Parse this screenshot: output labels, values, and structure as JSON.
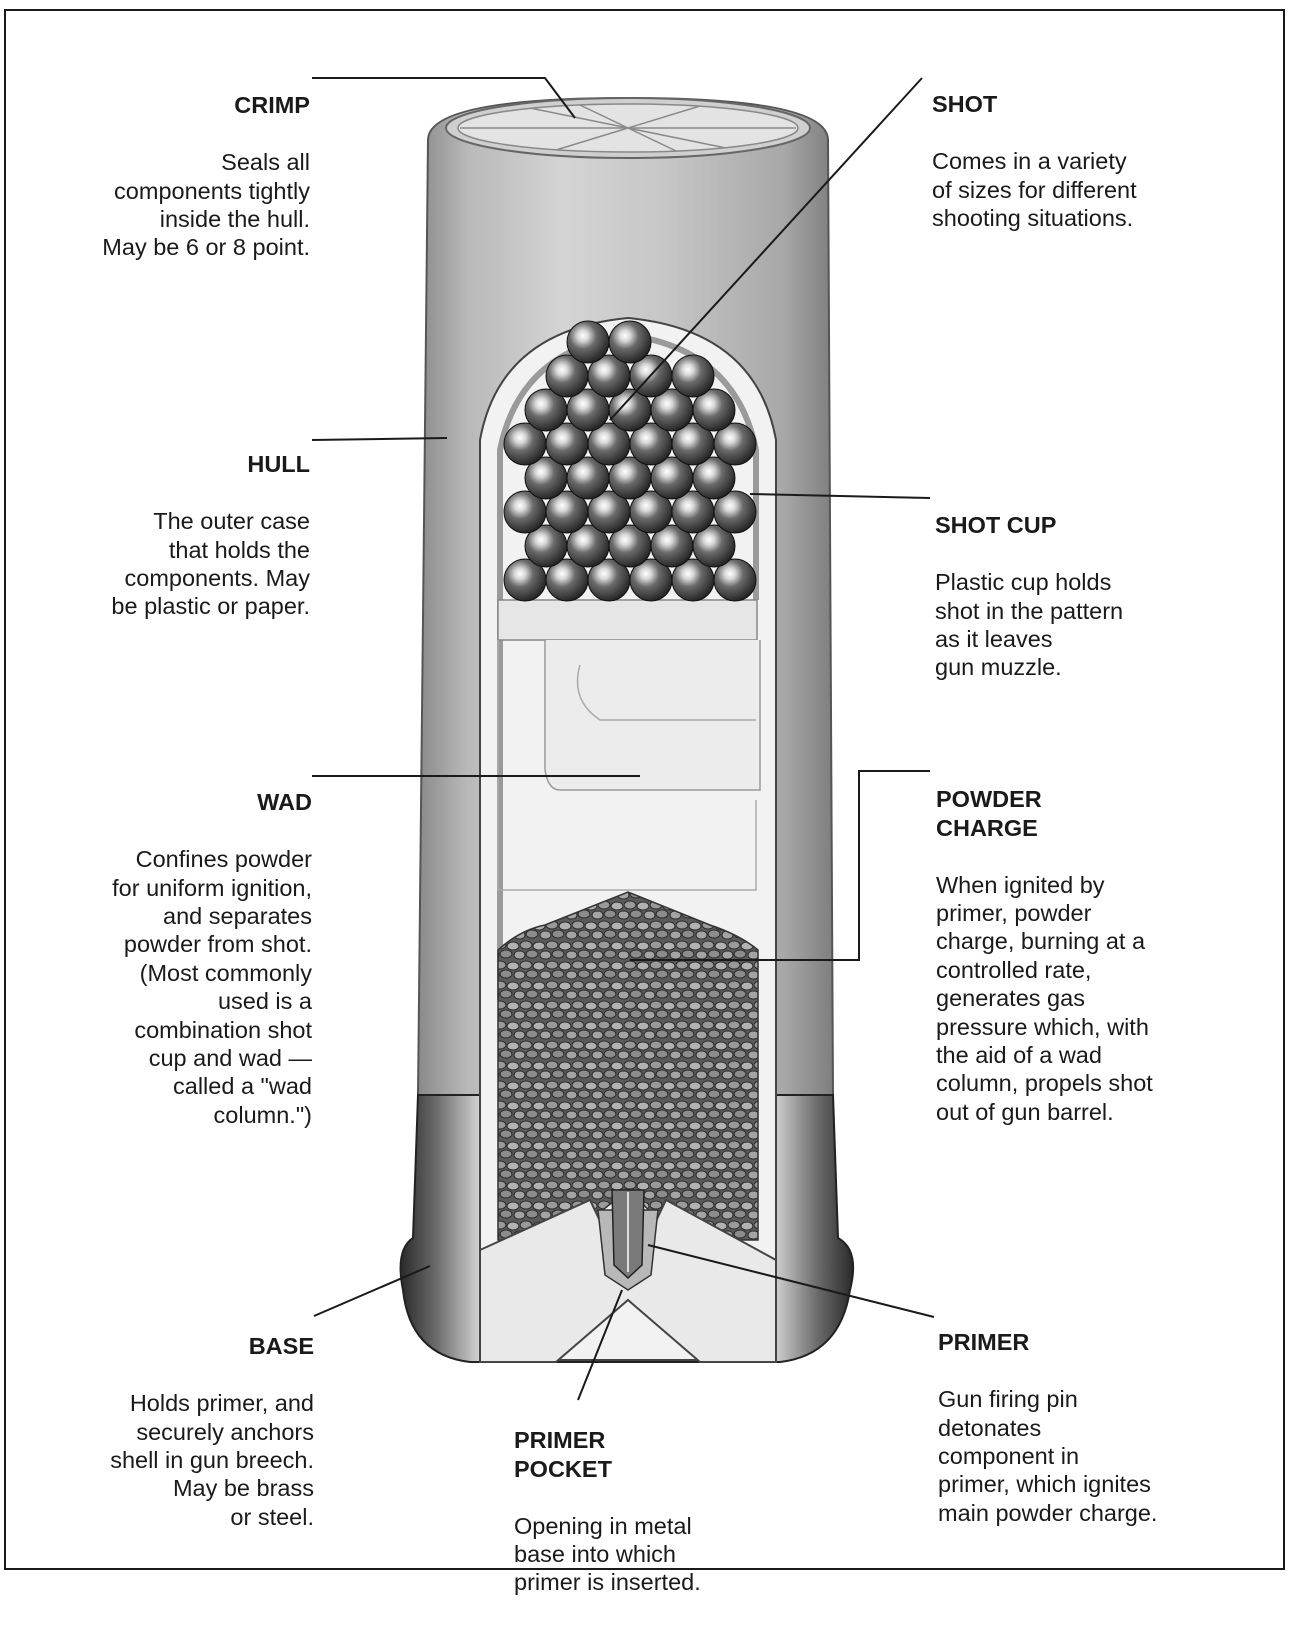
{
  "diagram": {
    "labels": {
      "crimp": {
        "title": "CRIMP",
        "desc": "Seals all\ncomponents tightly\ninside the hull.\nMay be 6 or 8 point."
      },
      "hull": {
        "title": "HULL",
        "desc": "The outer case\nthat holds the\ncomponents. May\nbe plastic or paper."
      },
      "wad": {
        "title": "WAD",
        "desc": "Confines powder\nfor uniform ignition,\nand separates\npowder from shot.\n(Most commonly\nused is a\ncombination shot\ncup and wad —\ncalled a \"wad\ncolumn.\")"
      },
      "base": {
        "title": "BASE",
        "desc": "Holds primer, and\nsecurely anchors\nshell in gun breech.\nMay be brass\nor steel."
      },
      "primer_pocket": {
        "title": "PRIMER\nPOCKET",
        "desc": "Opening in metal\nbase into which\nprimer is inserted."
      },
      "shot": {
        "title": "SHOT",
        "desc": "Comes in a variety\nof sizes for different\nshooting situations."
      },
      "shot_cup": {
        "title": "SHOT CUP",
        "desc": "Plastic cup holds\nshot in the pattern\nas it leaves\ngun muzzle."
      },
      "powder_charge": {
        "title": "POWDER\nCHARGE",
        "desc": "When ignited by\nprimer, powder\ncharge, burning at a\ncontrolled rate,\ngenerates gas\npressure which, with\nthe aid of a wad\ncolumn, propels shot\nout of gun barrel."
      },
      "primer": {
        "title": "PRIMER",
        "desc": "Gun firing pin\ndetonates\ncomponent in\nprimer, which ignites\nmain powder charge."
      }
    }
  }
}
